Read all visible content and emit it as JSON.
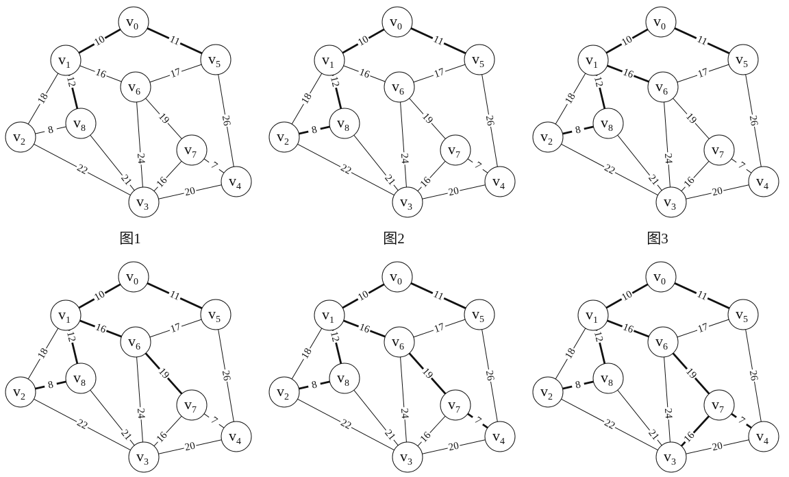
{
  "graph": {
    "nodes": [
      {
        "id": "v0",
        "base": "v",
        "sub": "0"
      },
      {
        "id": "v1",
        "base": "v",
        "sub": "1"
      },
      {
        "id": "v2",
        "base": "v",
        "sub": "2"
      },
      {
        "id": "v3",
        "base": "v",
        "sub": "3"
      },
      {
        "id": "v4",
        "base": "v",
        "sub": "4"
      },
      {
        "id": "v5",
        "base": "v",
        "sub": "5"
      },
      {
        "id": "v6",
        "base": "v",
        "sub": "6"
      },
      {
        "id": "v7",
        "base": "v",
        "sub": "7"
      },
      {
        "id": "v8",
        "base": "v",
        "sub": "8"
      }
    ],
    "edges": [
      {
        "id": "e0",
        "from": "v0",
        "to": "v1",
        "weight": "10"
      },
      {
        "id": "e1",
        "from": "v0",
        "to": "v5",
        "weight": "11"
      },
      {
        "id": "e2",
        "from": "v1",
        "to": "v6",
        "weight": "16"
      },
      {
        "id": "e3",
        "from": "v1",
        "to": "v2",
        "weight": "18"
      },
      {
        "id": "e4",
        "from": "v1",
        "to": "v8",
        "weight": "12"
      },
      {
        "id": "e5",
        "from": "v6",
        "to": "v5",
        "weight": "17"
      },
      {
        "id": "e6",
        "from": "v5",
        "to": "v4",
        "weight": "26"
      },
      {
        "id": "e7",
        "from": "v2",
        "to": "v8",
        "weight": "8"
      },
      {
        "id": "e8",
        "from": "v6",
        "to": "v7",
        "weight": "19"
      },
      {
        "id": "e9",
        "from": "v6",
        "to": "v3",
        "weight": "24"
      },
      {
        "id": "e10",
        "from": "v8",
        "to": "v3",
        "weight": "21"
      },
      {
        "id": "e11",
        "from": "v2",
        "to": "v3",
        "weight": "22"
      },
      {
        "id": "e12",
        "from": "v7",
        "to": "v4",
        "weight": "7"
      },
      {
        "id": "e13",
        "from": "v7",
        "to": "v3",
        "weight": "16"
      },
      {
        "id": "e14",
        "from": "v3",
        "to": "v4",
        "weight": "20"
      }
    ]
  },
  "figures": [
    {
      "caption": "图1",
      "bold": [
        "v0-v1",
        "v0-v5",
        "v1-v8"
      ]
    },
    {
      "caption": "图2",
      "bold": [
        "v0-v1",
        "v0-v5",
        "v1-v8",
        "v2-v8"
      ]
    },
    {
      "caption": "图3",
      "bold": [
        "v0-v1",
        "v0-v5",
        "v1-v8",
        "v2-v8",
        "v1-v6"
      ]
    },
    {
      "caption": "",
      "bold": [
        "v0-v1",
        "v0-v5",
        "v1-v8",
        "v2-v8",
        "v1-v6",
        "v6-v7"
      ]
    },
    {
      "caption": "",
      "bold": [
        "v0-v1",
        "v0-v5",
        "v1-v8",
        "v2-v8",
        "v1-v6",
        "v6-v7",
        "v7-v4"
      ]
    },
    {
      "caption": "",
      "bold": [
        "v0-v1",
        "v0-v5",
        "v1-v8",
        "v2-v8",
        "v1-v6",
        "v6-v7",
        "v7-v4",
        "v7-v3"
      ]
    }
  ]
}
